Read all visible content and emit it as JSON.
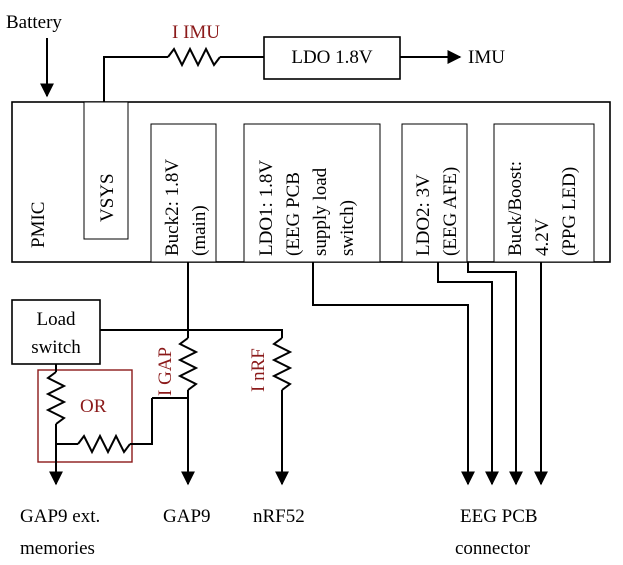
{
  "colors": {
    "line": "#000000",
    "annotation": "#8b1a1a",
    "background": "#ffffff"
  },
  "labels": {
    "battery": "Battery",
    "i_imu": "I IMU",
    "ldo_top": "LDO 1.8V",
    "imu": "IMU",
    "pmic": "PMIC",
    "vsys": "VSYS",
    "buck2_l1": "Buck2: 1.8V",
    "buck2_l2": "(main)",
    "ldo1_l1": "LDO1: 1.8V",
    "ldo1_l2": "(EEG PCB",
    "ldo1_l3": "supply load",
    "ldo1_l4": "switch)",
    "ldo2_l1": "LDO2: 3V",
    "ldo2_l2": "(EEG AFE)",
    "buckboost_l1": "Buck/Boost:",
    "buckboost_l2": "4.2V",
    "buckboost_l3": "(PPG LED)",
    "load_switch_l1": "Load",
    "load_switch_l2": "switch",
    "or": "OR",
    "i_gap": "I GAP",
    "i_nrf": "I nRF",
    "gap9_ext_l1": "GAP9 ext.",
    "gap9_ext_l2": "memories",
    "gap9": "GAP9",
    "nrf52": "nRF52",
    "eeg_l1": "EEG PCB",
    "eeg_l2": "connector"
  }
}
